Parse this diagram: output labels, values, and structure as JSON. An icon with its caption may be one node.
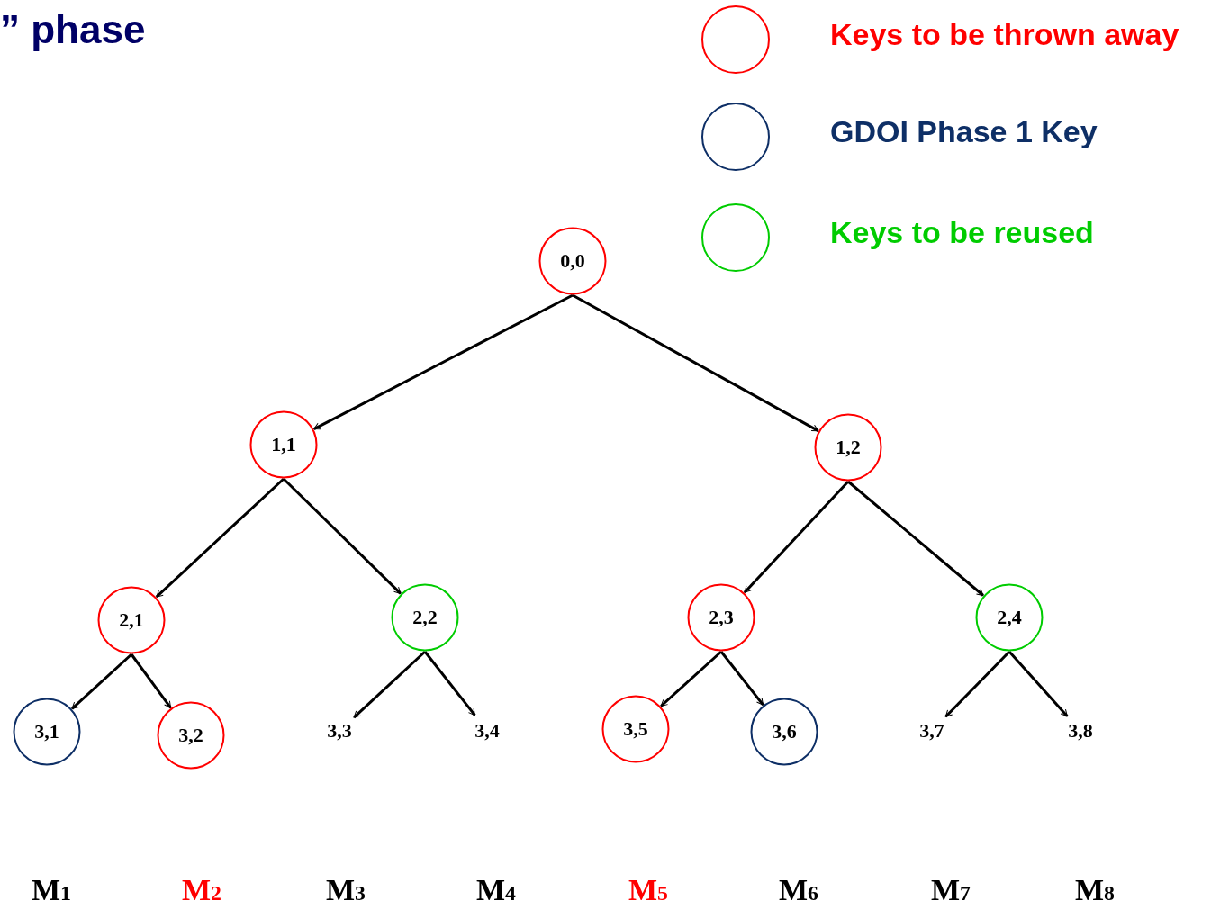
{
  "diagram": {
    "title": "” phase",
    "nodes": [
      {
        "text": [
          "0,0"
        ]
      },
      {
        "text": [
          "1,1"
        ]
      },
      {
        "text": [
          "1,2"
        ]
      },
      {
        "text": [
          "2,1"
        ]
      },
      {
        "text": [
          "2,2"
        ]
      },
      {
        "text": [
          "2,3"
        ]
      },
      {
        "text": [
          "2,4"
        ]
      },
      {
        "text": [
          "3,1"
        ]
      },
      {
        "text": [
          "3,2"
        ]
      },
      {
        "text": [
          "3,3"
        ]
      },
      {
        "text": [
          "3,4"
        ]
      },
      {
        "text": [
          "3,5"
        ]
      },
      {
        "text": [
          "3,6"
        ]
      },
      {
        "text": [
          "3,7"
        ]
      },
      {
        "text": [
          "3,8"
        ]
      }
    ],
    "edges": [
      {
        "from": 0,
        "to": 1,
        "arrow": "to"
      },
      {
        "from": 0,
        "to": 2,
        "arrow": "to"
      },
      {
        "from": 1,
        "to": 3,
        "arrow": "to"
      },
      {
        "from": 1,
        "to": 4,
        "arrow": "to"
      },
      {
        "from": 2,
        "to": 5,
        "arrow": "to"
      },
      {
        "from": 2,
        "to": 6,
        "arrow": "to"
      },
      {
        "from": 3,
        "to": 7,
        "arrow": "to"
      },
      {
        "from": 3,
        "to": 8,
        "arrow": "to"
      },
      {
        "from": 4,
        "to": 9,
        "arrow": "to"
      },
      {
        "from": 4,
        "to": 10,
        "arrow": "to"
      },
      {
        "from": 5,
        "to": 11,
        "arrow": "to"
      },
      {
        "from": 5,
        "to": 12,
        "arrow": "to"
      },
      {
        "from": 6,
        "to": 13,
        "arrow": "to"
      },
      {
        "from": 6,
        "to": 14,
        "arrow": "to"
      }
    ],
    "labels": [
      "M$_{1}$",
      "M$_{2}$",
      "M$_{3}$",
      "M$_{4}$",
      "M$_{5}$",
      "M$_{6}$",
      "M$_{7}$",
      "M$_{8}$"
    ],
    "legend": [
      {
        "text": "Keys to be thrown away",
        "color": "#ff0000"
      },
      {
        "text": "GDOI Phase 1 Key",
        "color": "#0e2f66"
      },
      {
        "text": "Keys to be reused",
        "color": "#00cc00"
      }
    ]
  }
}
